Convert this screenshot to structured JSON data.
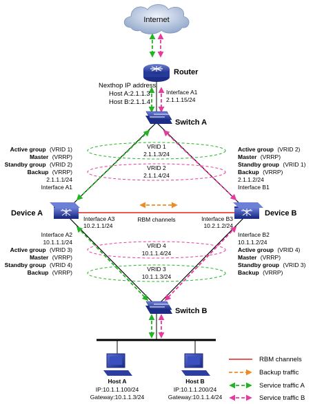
{
  "internet": {
    "label": "Internet"
  },
  "router": {
    "label": "Router",
    "nexthop_title": "Nexthop IP address",
    "nexthop_a": "Host A:2.1.1.3",
    "nexthop_b": "Host B:2.1.1.4",
    "iface_name": "Interface A1",
    "iface_ip": "2.1.1.15/24"
  },
  "switch_a": {
    "label": "Switch A"
  },
  "switch_b": {
    "label": "Switch B"
  },
  "upper_ring1": {
    "vrid": "VRID 1",
    "ip": "2.1.1.3/24"
  },
  "upper_ring2": {
    "vrid": "VRID 2",
    "ip": "2.1.1.4/24"
  },
  "lower_ring1": {
    "vrid": "VRID 4",
    "ip": "10.1.1.4/24"
  },
  "lower_ring2": {
    "vrid": "VRID 3",
    "ip": "10.1.1.3/24"
  },
  "device_a": {
    "label": "Device A",
    "top": {
      "active_group": "Active group",
      "active_vrid": "(VRID 1)",
      "master": "Master",
      "master_tag": "(VRRP)",
      "standby_group": "Standby group",
      "standby_vrid": "(VRID 2)",
      "backup": "Backup",
      "backup_tag": "(VRRP)",
      "ip": "2.1.1.1/24",
      "iface": "Interface A1"
    },
    "mid_iface": "Interface A3",
    "mid_ip": "10.2.1.1/24",
    "bottom": {
      "iface": "Interface A2",
      "ip": "10.1.1.1/24",
      "active_group": "Active group",
      "active_vrid": "(VRID 3)",
      "master": "Master",
      "master_tag": "(VRRP)",
      "standby_group": "Standby group",
      "standby_vrid": "(VRID 4)",
      "backup": "Backup",
      "backup_tag": "(VRRP)"
    }
  },
  "device_b": {
    "label": "Device B",
    "top": {
      "active_group": "Active group",
      "active_vrid": "(VRID 2)",
      "master": "Master",
      "master_tag": "(VRRP)",
      "standby_group": "Standby group",
      "standby_vrid": "(VRID 1)",
      "backup": "Backup",
      "backup_tag": "(VRRP)",
      "ip": "2.1.1.2/24",
      "iface": "Interface B1"
    },
    "mid_iface": "Interface B3",
    "mid_ip": "10.2.1.2/24",
    "bottom": {
      "iface": "Interface B2",
      "ip": "10.1.1.2/24",
      "active_group": "Active group",
      "active_vrid": "(VRID 4)",
      "master": "Master",
      "master_tag": "(VRRP)",
      "standby_group": "Standby group",
      "standby_vrid": "(VRID 3)",
      "backup": "Backup",
      "backup_tag": "(VRRP)"
    }
  },
  "rbm_label": "RBM channels",
  "host_a": {
    "label": "Host A",
    "ip": "IP:10.1.1.100/24",
    "gw": "Gateway:10.1.1.3/24"
  },
  "host_b": {
    "label": "Host B",
    "ip": "IP:10.1.1.200/24",
    "gw": "Gateway:10.1.1.4/24"
  },
  "legend": {
    "rbm": "RBM channels",
    "backup": "Backup traffic",
    "service_a": "Service traffic A",
    "service_b": "Service traffic B"
  },
  "colors": {
    "rbm": "#e0201c",
    "backup": "#f08a24",
    "service_a": "#22b422",
    "service_b": "#e8399c",
    "device": "#2c3f9e"
  }
}
